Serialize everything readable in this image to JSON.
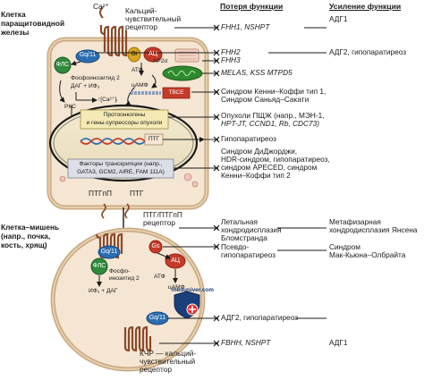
{
  "headers": {
    "loss": "Потеря функции",
    "gain": "Усиление функции"
  },
  "cells": {
    "parathyroid": [
      "Клетка",
      "паращитовидной",
      "железы"
    ],
    "target": [
      "Клетка–мишень",
      "(напр., почка,",
      "кость, хрящ)"
    ]
  },
  "top": {
    "ca_ion": "Ca²⁺",
    "receptor": [
      "Кальций-",
      "чувствительный",
      "рецептор"
    ]
  },
  "proteins": {
    "gq11": "Gq/11",
    "pls": "ФЛС",
    "gi": "Gi",
    "ac": "АЦ",
    "gs": "Gs",
    "ap2": "АР2σ",
    "tbce": "ТВСЕ",
    "ptg": "ПТГ"
  },
  "pathway": {
    "pip2": "Фосфоинозитид 2",
    "dag_ip3": "ДАГ + ИФ₃",
    "ca_i": "↑[Ca²⁺]ᵢ",
    "pkc": "РКС",
    "atp": "АТФ",
    "camp": "цАМФ",
    "pip2_target": [
      "Фосфо-",
      "инозитид 2"
    ],
    "ip3_dag_target": "ИФ₃ + ДАГ",
    "atp_target": "АТФ",
    "camp_target": "цАМФ"
  },
  "nucleus": {
    "oncogenes": [
      "Протоонкогены",
      "и гены-супрессоры опухоли"
    ],
    "tf": [
      "Факторы транскрипции (напр.,",
      "GATA3, GCM2, AIRE, FAM 111A)"
    ]
  },
  "labels": {
    "ptgrp": "ПТГпП",
    "ptg": "ПТГ",
    "ptg_receptor": [
      "ПТГ/ПТГпП",
      "рецептор"
    ],
    "cas_receptor_bottom": [
      "КЧР — кальций-",
      "чувствительный",
      "рецептор"
    ]
  },
  "watermark": "meduniver.com",
  "loss_rows": [
    [
      "FHH1, NSHPT"
    ],
    [
      "FHH2"
    ],
    [
      "FHH3"
    ],
    [
      "MELAS, KSS MTPD5"
    ],
    [
      "Синдром Кенни–Коффи тип 1,",
      "Синдром Саньяд–Сакати"
    ],
    [
      "Опухоли ПЩЖ (напр., МЭН-1,",
      "HPT-JT, CCND1, Rb, CDC73)"
    ],
    [
      "Гипопаратиреоз"
    ],
    [
      "Синдром ДиДжорджи,",
      "HDR-синдром, гипопаратиреоз,",
      "синдром APECED, синдром",
      "Кенни–Коффи тип 2"
    ],
    [
      "Летальная",
      "хондродисплазия",
      "Бломстранда"
    ],
    [
      "Псевдо-",
      "гипопаратиреоз"
    ],
    [
      "АДГ2, гипопаратиреоз"
    ],
    [
      "FBHH, NSHPT"
    ]
  ],
  "gain_rows": [
    [
      "АДГ1"
    ],
    [
      "АДГ2, гипопаратиреоз"
    ],
    [
      "Метафизарная",
      "хондродисплазия Янсена"
    ],
    [
      "Синдром",
      "Мак-Кьюна–Олбрайта"
    ],
    [
      "АДГ1"
    ]
  ],
  "colors": {
    "receptor": "#8a4a2a",
    "cell_fill": "#f5e6d3",
    "membrane": "#c9a880",
    "gq": "#2a6db0",
    "pls": "#2f8a3c",
    "gi": "#d9a520",
    "ac": "#c63a2a",
    "mito": "#2e8a2e",
    "nucleus_fill": "#efe3c4",
    "onco_box": "#f5eab5",
    "tf_box": "#dcdfe6",
    "arrow_red": "#b51e1e"
  },
  "icons": {
    "break_mark": "x-mark-icon",
    "watermark_badge": "shield-cross-icon",
    "ribosome": "ribosome-icon"
  }
}
